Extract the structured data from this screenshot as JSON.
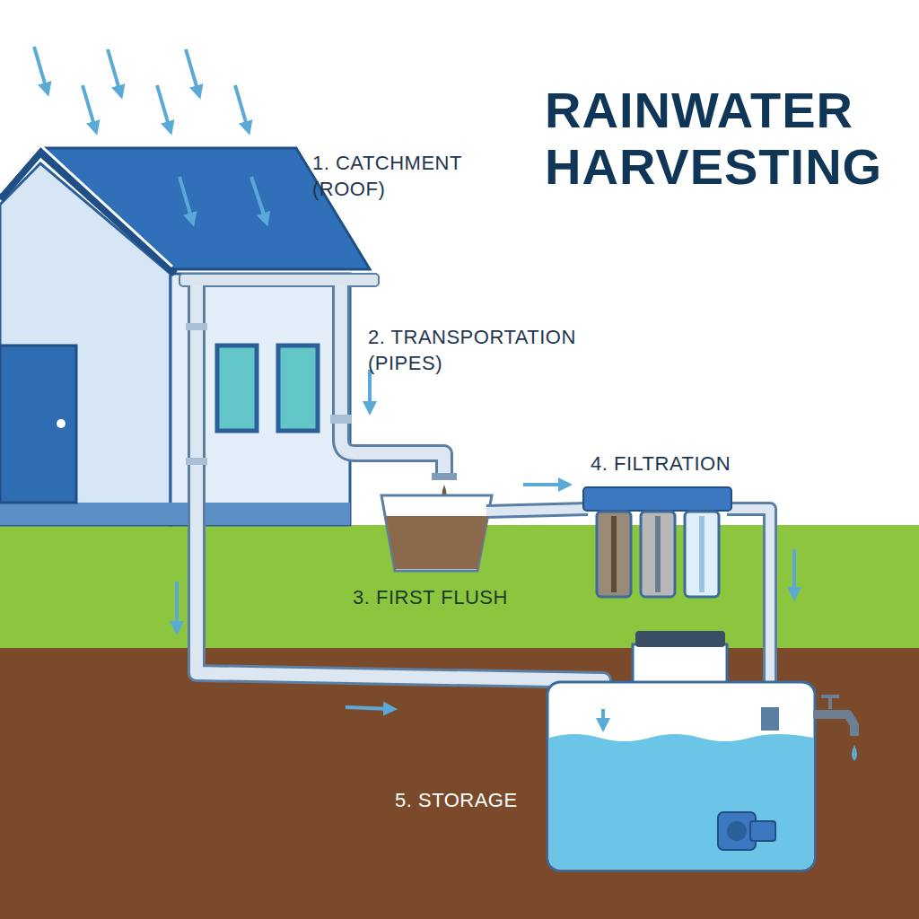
{
  "diagram": {
    "title": "RAINWATER HARVESTING",
    "labels": [
      "1. CATCHMENT (ROOF)",
      "2. TRANSPORTATION (PIPES)",
      "3. FIRST FLUSH",
      "4. FILTRATION",
      "5. STORAGE"
    ]
  }
}
